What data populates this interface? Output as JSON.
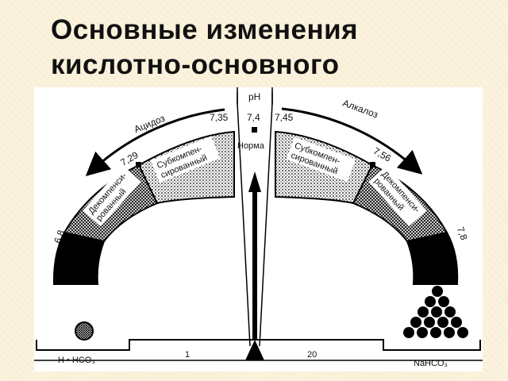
{
  "title": {
    "line1": "Основные изменения",
    "line2": "кислотно-основного"
  },
  "diagram": {
    "ph_label": "pH",
    "normal_value": "7,4",
    "normal_label": "Норма",
    "acidosis": "Ацидоз",
    "alkalosis": "Алкалоз",
    "acid_sub_bound": "7,35",
    "alk_sub_bound": "7,45",
    "acid_dec_bound": "7,29",
    "alk_dec_bound": "7,56",
    "acid_end": "6,8",
    "alk_end": "7,8",
    "subcomp_l1": "Субкомпен-",
    "subcomp_l2": "сированный",
    "decomp_l1": "Декомпенси-",
    "decomp_l2": "рованный",
    "left_weight": "H • HCO₃",
    "right_weight": "NaHCO₃",
    "left_ratio": "1",
    "right_ratio": "20"
  }
}
